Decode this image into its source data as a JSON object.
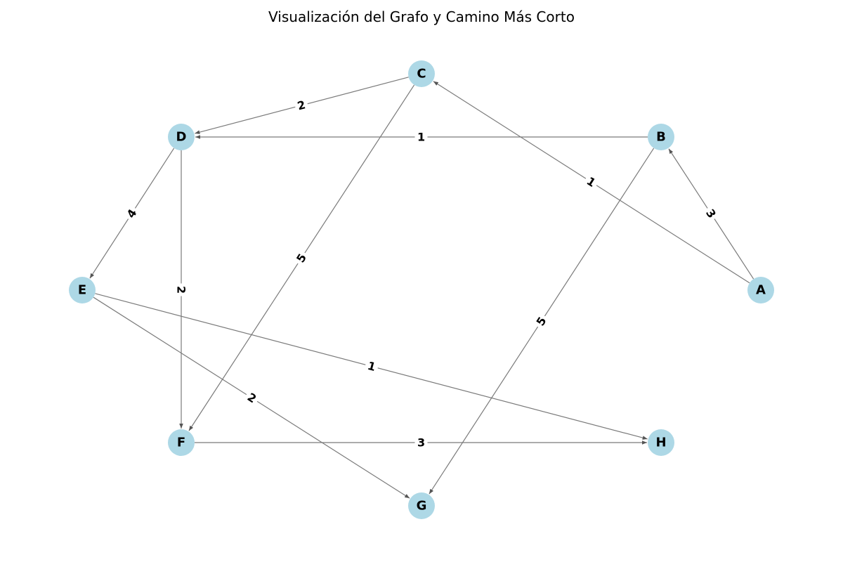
{
  "title": "Visualización del Grafo y Camino Más Corto",
  "colors": {
    "node": "#add8e6",
    "edge": "#7a7a7a",
    "label": "#000000"
  },
  "nodes": [
    {
      "id": "A",
      "label": "A"
    },
    {
      "id": "B",
      "label": "B"
    },
    {
      "id": "C",
      "label": "C"
    },
    {
      "id": "D",
      "label": "D"
    },
    {
      "id": "E",
      "label": "E"
    },
    {
      "id": "F",
      "label": "F"
    },
    {
      "id": "G",
      "label": "G"
    },
    {
      "id": "H",
      "label": "H"
    }
  ],
  "edges": [
    {
      "from": "A",
      "to": "B",
      "weight": "3"
    },
    {
      "from": "A",
      "to": "C",
      "weight": "1"
    },
    {
      "from": "B",
      "to": "D",
      "weight": "1"
    },
    {
      "from": "B",
      "to": "G",
      "weight": "5"
    },
    {
      "from": "C",
      "to": "D",
      "weight": "2"
    },
    {
      "from": "C",
      "to": "F",
      "weight": "5"
    },
    {
      "from": "D",
      "to": "E",
      "weight": "4"
    },
    {
      "from": "D",
      "to": "F",
      "weight": "2"
    },
    {
      "from": "E",
      "to": "G",
      "weight": "2"
    },
    {
      "from": "E",
      "to": "H",
      "weight": "1"
    },
    {
      "from": "F",
      "to": "H",
      "weight": "3"
    }
  ]
}
